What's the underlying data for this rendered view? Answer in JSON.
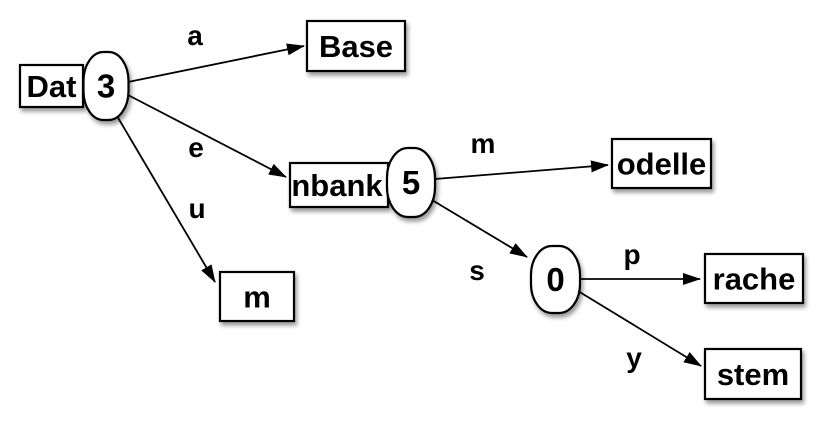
{
  "diagram": {
    "description": "Trie (prefix tree) diagram with rectangular word-fragment nodes and oval count nodes",
    "background": "#ffffff",
    "node_fill": "#ffffff",
    "node_stroke": "#000000",
    "text_color": "#000000"
  },
  "nodes": {
    "dat": {
      "label": "Dat",
      "type": "fragment-box"
    },
    "n3": {
      "label": "3",
      "type": "count-oval"
    },
    "base": {
      "label": "Base",
      "type": "fragment-box"
    },
    "nbank": {
      "label": "nbank",
      "type": "fragment-box"
    },
    "n5": {
      "label": "5",
      "type": "count-oval"
    },
    "m": {
      "label": "m",
      "type": "fragment-box"
    },
    "odelle": {
      "label": "odelle",
      "type": "fragment-box"
    },
    "n0": {
      "label": "0",
      "type": "count-oval"
    },
    "rache": {
      "label": "rache",
      "type": "fragment-box"
    },
    "stem": {
      "label": "stem",
      "type": "fragment-box"
    }
  },
  "edges": {
    "a": {
      "label": "a",
      "from": "Dat/3",
      "to": "Base"
    },
    "e": {
      "label": "e",
      "from": "Dat/3",
      "to": "nbank/5"
    },
    "u": {
      "label": "u",
      "from": "Dat/3",
      "to": "m"
    },
    "m": {
      "label": "m",
      "from": "nbank/5",
      "to": "odelle"
    },
    "s": {
      "label": "s",
      "from": "nbank/5",
      "to": "0"
    },
    "p": {
      "label": "p",
      "from": "0",
      "to": "rache"
    },
    "y": {
      "label": "y",
      "from": "0",
      "to": "stem"
    }
  }
}
